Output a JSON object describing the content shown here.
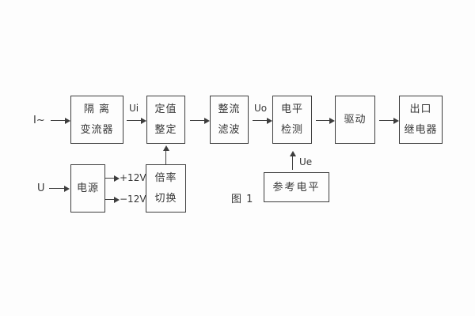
{
  "figure": {
    "caption": "图 1"
  },
  "io": {
    "current_input": "I~",
    "voltage_input": "U"
  },
  "blocks": {
    "isolation": {
      "line1": "隔 离",
      "line2": "变流器"
    },
    "setting": {
      "line1": "定值",
      "line2": "整定"
    },
    "rectify": {
      "line1": "整流",
      "line2": "滤波"
    },
    "level": {
      "line1": "电平",
      "line2": "检测"
    },
    "drive": {
      "label": "驱动"
    },
    "relay": {
      "line1": "出口",
      "line2": "继电器"
    },
    "power": {
      "label": "电源"
    },
    "ratio": {
      "line1": "倍率",
      "line2": "切换"
    },
    "reference": {
      "label": "参考电平"
    }
  },
  "signals": {
    "ui": "Ui",
    "uo": "Uo",
    "ue": "Ue",
    "plus_rail": "+12V",
    "minus_rail": "−12V"
  },
  "colors": {
    "line": "#3d3d3d",
    "background": "#fdfdfd"
  }
}
